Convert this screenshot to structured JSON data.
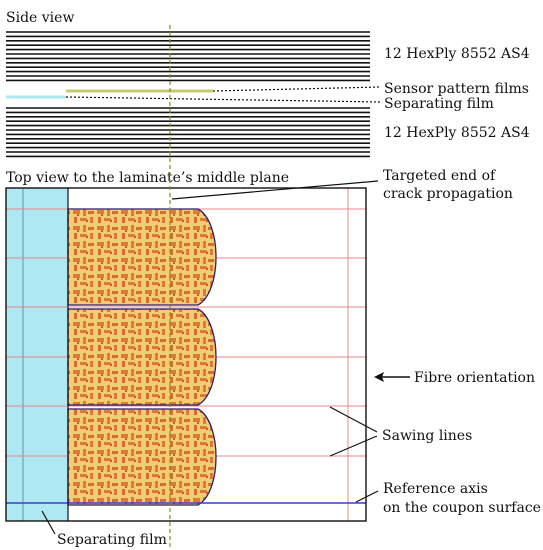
{
  "side_view": {
    "title": "Side view",
    "top_stack_label": "12 HexPly 8552 AS4",
    "bottom_stack_label": "12 HexPly 8552 AS4",
    "sensor_label": "Sensor pattern films",
    "separating_label": "Separating film"
  },
  "top_view": {
    "title": "Top view to the laminate’s middle plane",
    "crack_label_line1": "Targeted end of",
    "crack_label_line2": "crack propagation",
    "fibre_label": "Fibre orientation",
    "sawing_label": "Sawing lines",
    "reference_label_line1": "Reference axis",
    "reference_label_line2": "on the coupon surface",
    "separating_label": "Separating film"
  },
  "colors": {
    "ply_line": "#111111",
    "sensor_film": "#c8c870",
    "separating_film": "#aee8f2",
    "sensor_fill": "#f2cf6a",
    "sensor_pattern": "#e07a3c",
    "sensor_outline": "#2a1d6e",
    "sawing_line": "#e88888",
    "reference_axis": "#3b3bd1",
    "center_dash": "#8a8a20"
  }
}
